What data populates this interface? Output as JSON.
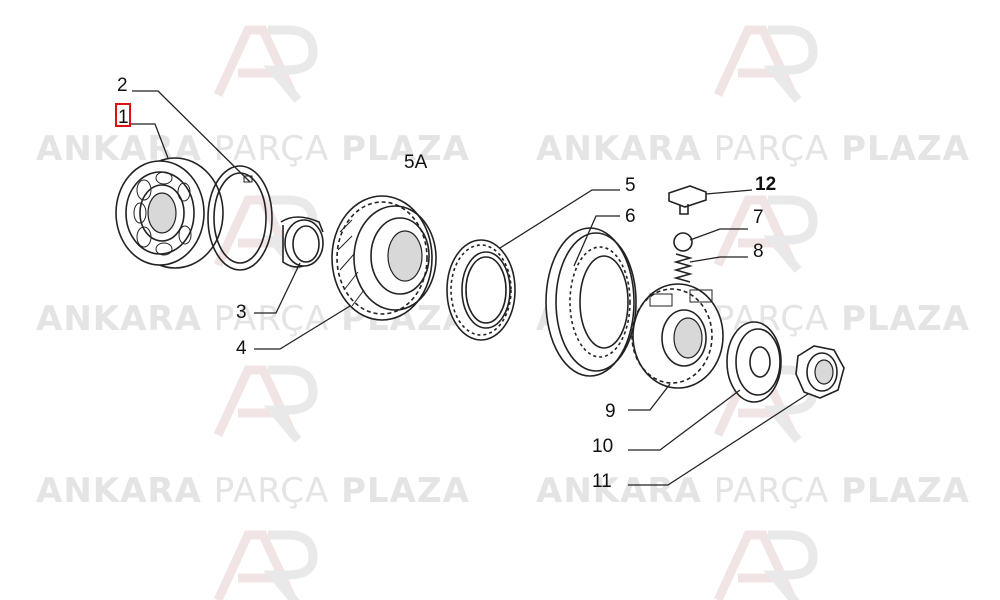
{
  "watermark": {
    "brand_word1": "ANKARA",
    "brand_word2": "PARÇA",
    "brand_word3": "PLAZA"
  },
  "diagram": {
    "group_label": "5A",
    "callouts": [
      {
        "id": "1",
        "text": "1",
        "highlighted": true
      },
      {
        "id": "2",
        "text": "2"
      },
      {
        "id": "3",
        "text": "3"
      },
      {
        "id": "4",
        "text": "4"
      },
      {
        "id": "5",
        "text": "5"
      },
      {
        "id": "6",
        "text": "6"
      },
      {
        "id": "7",
        "text": "7"
      },
      {
        "id": "8",
        "text": "8"
      },
      {
        "id": "9",
        "text": "9"
      },
      {
        "id": "10",
        "text": "10"
      },
      {
        "id": "11",
        "text": "11"
      },
      {
        "id": "12",
        "text": "12",
        "bold": true
      }
    ],
    "highlight_color": "#dd1111"
  }
}
